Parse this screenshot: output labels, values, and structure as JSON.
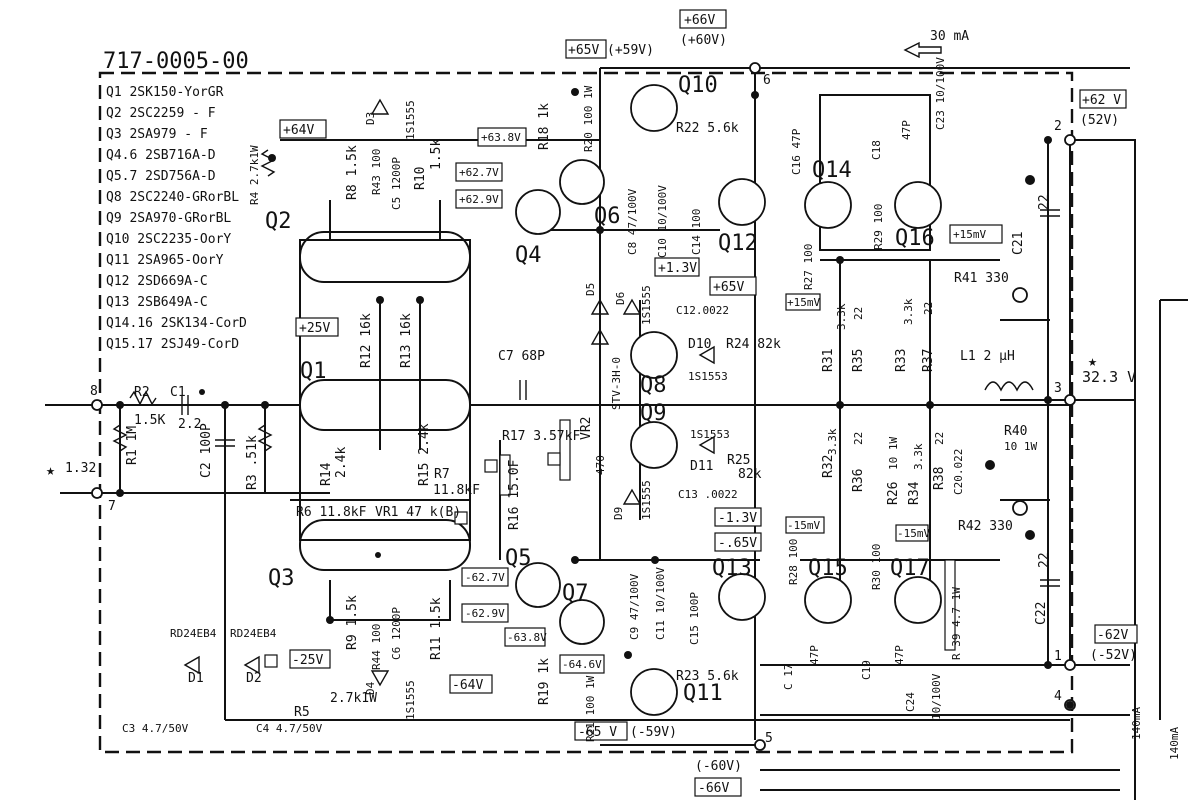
{
  "board_id": "717-0005-00",
  "parts_list": [
    "Q1 2SK150-YorGR",
    "Q2 2SC2259 - F",
    "Q3 2SA979 - F",
    "Q4.6 2SB716A-D",
    "Q5.7 2SD756A-D",
    "Q8 2SC2240-GRorBL",
    "Q9 2SA970-GRorBL",
    "Q10 2SC2235-OorY",
    "Q11 2SA965-OorY",
    "Q12 2SD669A-C",
    "Q13 2SB649A-C",
    "Q14.16 2SK134-CorD",
    "Q15.17 2SJ49-CorD"
  ],
  "nodes": {
    "n1": "1",
    "n2": "2",
    "n3": "3",
    "n4": "4",
    "n5": "5",
    "n6": "6",
    "n7": "7",
    "n8": "8"
  },
  "transistors": {
    "q1": "Q1",
    "q2": "Q2",
    "q3": "Q3",
    "q4": "Q4",
    "q5": "Q5",
    "q6": "Q6",
    "q7": "Q7",
    "q8": "Q8",
    "q9": "Q9",
    "q10": "Q10",
    "q11": "Q11",
    "q12": "Q12",
    "q13": "Q13",
    "q14": "Q14",
    "q15": "Q15",
    "q16": "Q16",
    "q17": "Q17"
  },
  "voltages": {
    "top_rail": "+66V",
    "top_rail_alt": "(+60V)",
    "q10_rail": "+65V",
    "q10_rail_alt": "(+59V)",
    "r4_tap": "+64V",
    "q4_base": "+63.8V",
    "q4_emit1": "+62.7V",
    "q4_emit2": "+62.9V",
    "q12_drive": "+1.3V",
    "q12_col": "+65V",
    "right_top": "+62 V",
    "right_top_alt": "(52V)",
    "q16_src": "+15mV",
    "r27_node": "+15mV",
    "q1_bias": "+25V",
    "q13_neg": "-1.3V",
    "q13_base": "-.65V",
    "q15_node": "-15mV",
    "q17_node": "-15mV",
    "q5_e1": "-62.7V",
    "q5_e2": "-62.9V",
    "q7_base": "-63.8V",
    "q11_node": "-64.6V",
    "d2_node": "-25V",
    "r11_node": "-64V",
    "q11_rail": "-65 V",
    "q11_rail_alt": "(-59V)",
    "right_bot": "-62V",
    "right_bot_alt": "(-52V)",
    "bot_rail_alt": "(-60V)",
    "bot_rail": "-66V",
    "out_dc": "32.3 V",
    "in_dc": "1.32"
  },
  "currents": {
    "top_current": "30 mA",
    "bot_current": "140mA",
    "bot_current2": "140mA"
  },
  "components": {
    "r1": "R1 1M",
    "r2": "R2",
    "r2v": "1.5K",
    "r3": "R3 .51k",
    "r4": "R4 2.7k1W",
    "r5": "R5",
    "r5v": "2.7k1W",
    "r6": "R6 11.8kF",
    "vr1": "VR1 47 k(B)",
    "r7": "R7",
    "r7v": "11.8kF",
    "r8": "R8 1.5k",
    "r9": "R9 1.5k",
    "r10": "R10",
    "r10v": "1.5k",
    "r11": "R11 1.5k",
    "r12": "R12 16k",
    "r13": "R13 16k",
    "r14": "R14",
    "r14v": "2.4k",
    "r15": "R15 2.4k",
    "r16": "R16 15.0F",
    "r17": "R17 3.57kF",
    "r18": "R18 1k",
    "r19": "R19 1k",
    "r20": "R20 100 1W",
    "r21": "R21 100 1W",
    "r22": "R22 5.6k",
    "r23": "R23 5.6k",
    "r24": "R24 82k",
    "r25": "R25",
    "r25v": "82k",
    "r26": "R26",
    "r26v": "10 1W",
    "r27": "R27 100",
    "r28": "R28 100",
    "r29": "R29 100",
    "r30": "R30 100",
    "r31": "R31",
    "r32": "R32",
    "r33": "R33",
    "r34": "R34",
    "r35": "R35",
    "r36": "R36",
    "r37": "R37",
    "r38": "R38",
    "r3k3": "3.3k",
    "r22v": "22",
    "r39": "R 39  4.7 1W",
    "r40": "R40",
    "r40v": "10 1W",
    "r41": "R41 330",
    "r42": "R42 330",
    "r43": "R43 100",
    "r44": "R44 100",
    "c1": "C1",
    "c1v": "2.2",
    "c2": "C2 100P",
    "c3": "C3 4.7/50V",
    "c4": "C4 4.7/50V",
    "c5": "C5 1200P",
    "c6": "C6 1200P",
    "c7": "C7 68P",
    "c8": "C8 47/100V",
    "c9": "C9 47/100V",
    "c10": "C10 10/100V",
    "c11": "C11 10/100V",
    "c12": "C12.0022",
    "c13": "C13 .0022",
    "c14": "C14 100",
    "c15": "C15 100P",
    "c16": "C16 47P",
    "c17": "C 17",
    "c17v": "47P",
    "c18": "C18",
    "c18v": "47P",
    "c19": "C19",
    "c19v": "47P",
    "c20": "C20.022",
    "c21": "C21",
    "c21v": "22",
    "c22": "C22",
    "c22v": "22",
    "c23": "C23 10/100V",
    "c24": "C24",
    "c24v": "10/100V",
    "d1": "D1",
    "d2": "D2",
    "d1t": "RD24EB4",
    "d2t": "RD24EB4",
    "d3": "D3",
    "d3t": "1S1555",
    "d4": "D4",
    "d4t": "1S1555",
    "d5": "D5",
    "d6": "D6",
    "d6t": "1S1555",
    "d9": "D9",
    "d9t": "1S1555",
    "d10": "D10",
    "d10t": "1S1553",
    "d11": "D11",
    "d11t": "1S1553",
    "stv": "STV-3H-0",
    "vr2": "VR2",
    "vr2v": "470",
    "l1": "L1  2 μH"
  }
}
